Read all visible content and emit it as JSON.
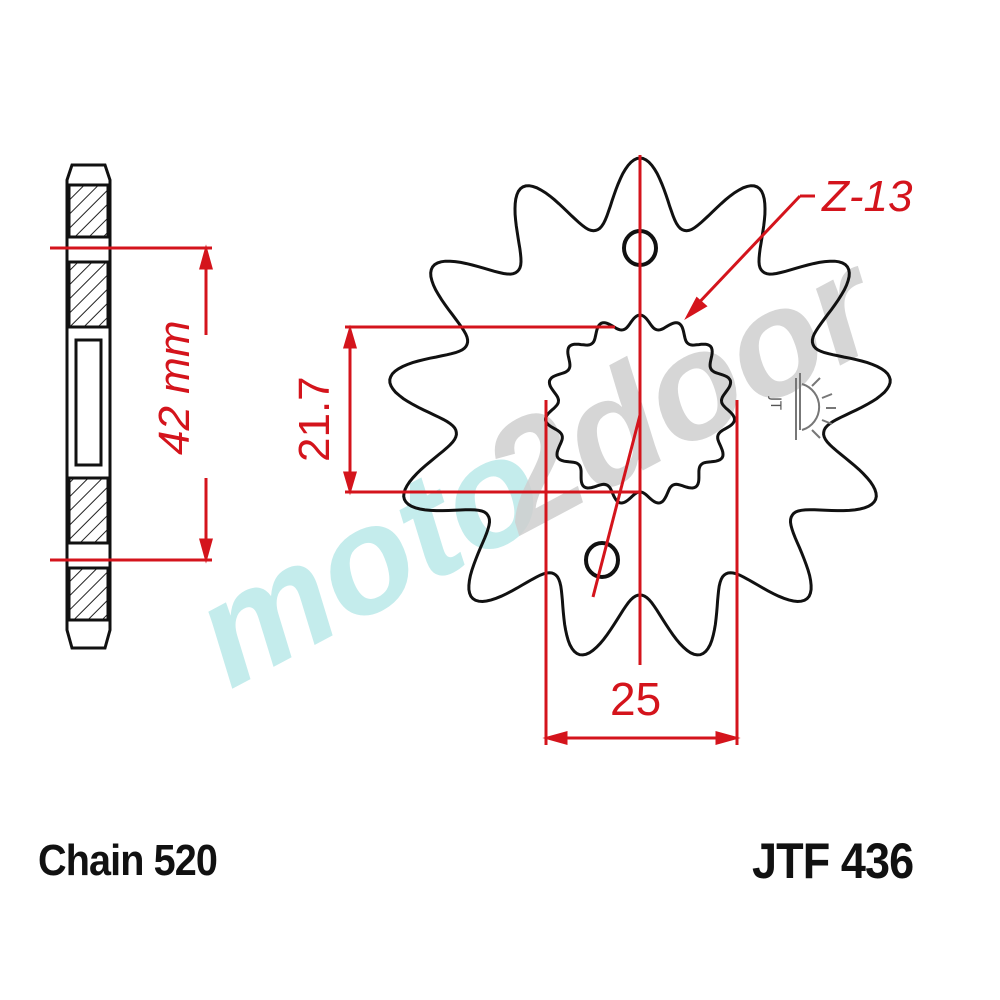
{
  "diagram": {
    "type": "front sprocket technical drawing",
    "teeth_label": "Z-13",
    "dim_pitch_circle": "42 mm",
    "dim_spline": "21.7",
    "dim_width": "25",
    "chain_label": "Chain 520",
    "part_number": "JTF 436",
    "watermark": "moto2door",
    "colors": {
      "outline": "#111111",
      "dimension": "#d4141c",
      "watermark_teal": "#bfeaea",
      "watermark_gray": "#c8c8c8"
    }
  }
}
